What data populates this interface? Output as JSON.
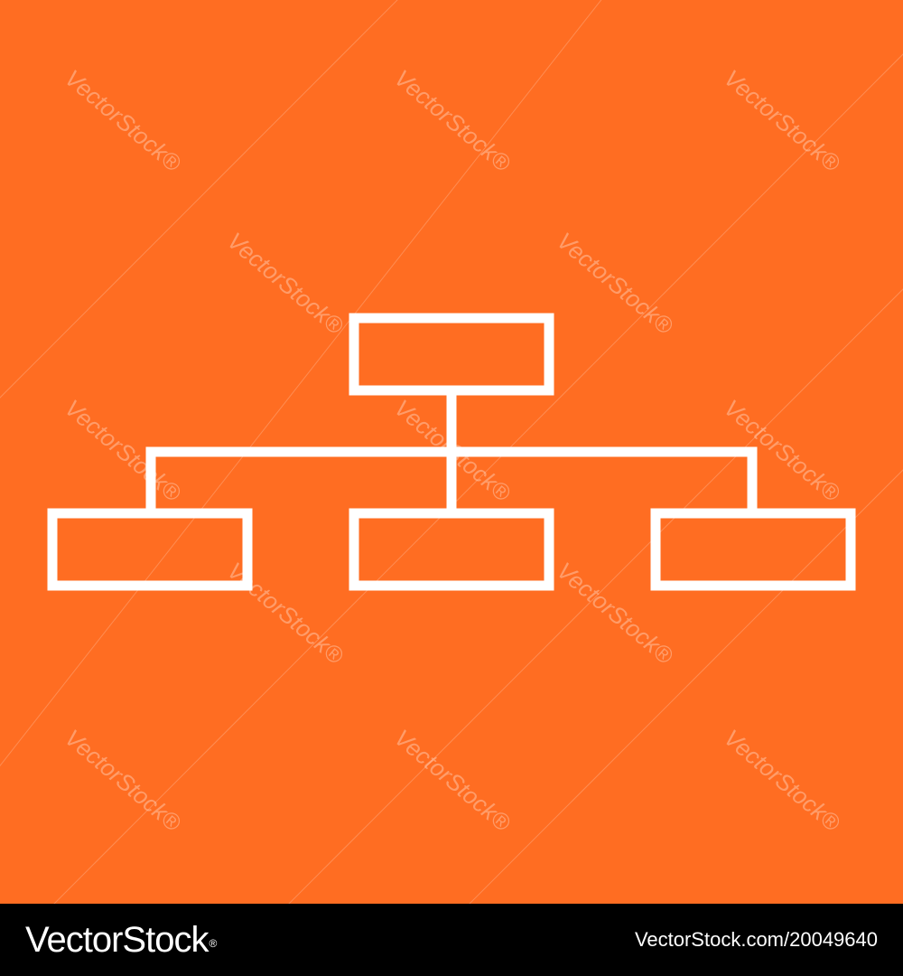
{
  "colors": {
    "background": "#FF6D22",
    "stroke": "#FFFFFF",
    "footer_background": "#000000",
    "footer_text": "#FFFFFF"
  },
  "diagram": {
    "type": "org-chart-icon",
    "nodes": [
      {
        "id": "root",
        "label": ""
      },
      {
        "id": "child-left",
        "label": ""
      },
      {
        "id": "child-middle",
        "label": ""
      },
      {
        "id": "child-right",
        "label": ""
      }
    ],
    "edges": [
      {
        "from": "root",
        "to": "child-left"
      },
      {
        "from": "root",
        "to": "child-middle"
      },
      {
        "from": "root",
        "to": "child-right"
      }
    ]
  },
  "watermark": {
    "text": "VectorStock",
    "trademark": "®"
  },
  "footer": {
    "brand": "VectorStock",
    "trademark": "®",
    "image_id": "VectorStock.com/20049640"
  }
}
